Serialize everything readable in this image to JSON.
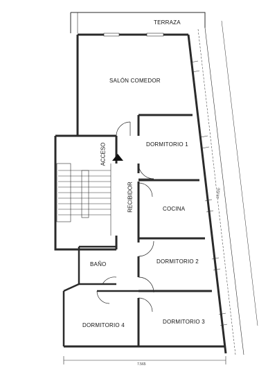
{
  "plan": {
    "rooms": {
      "terraza": "TERRAZA",
      "salon_comedor": "SALÓN COMEDOR",
      "dormitorio_1": "DORMITORIO 1",
      "acceso": "ACCESO",
      "recibidor": "RECIBIDOR",
      "cocina": "COCINA",
      "dormitorio_2": "DORMITORIO 2",
      "bano": "BAÑO",
      "dormitorio_4": "DORMITORIO 4",
      "dormitorio_3": "DORMITORIO 3"
    },
    "dimensions": {
      "width": "7.565",
      "side": "15.020"
    },
    "colors": {
      "wall": "#2a2a2a",
      "background": "#ffffff"
    }
  }
}
